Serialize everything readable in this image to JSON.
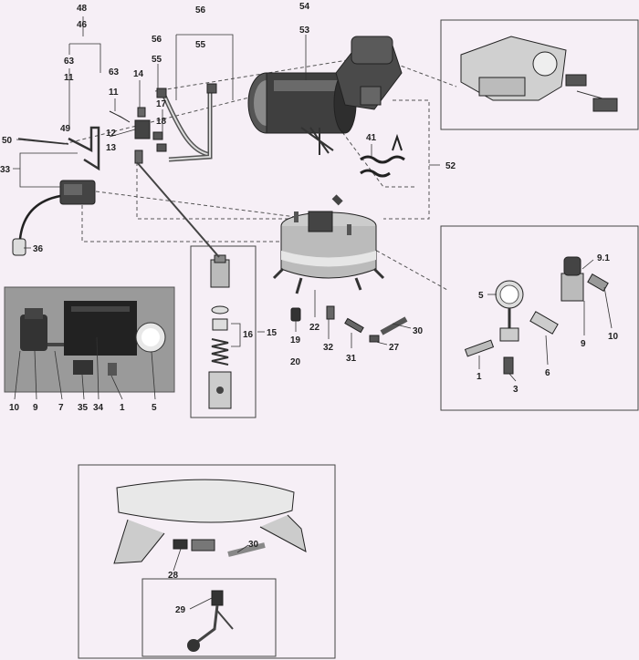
{
  "labels": {
    "l48": "48",
    "l46": "46",
    "l56a": "56",
    "l54": "54",
    "l53": "53",
    "l56b": "56",
    "l55a": "55",
    "l55b": "55",
    "l63a": "63",
    "l11a": "11",
    "l63b": "63",
    "l11b": "11",
    "l14": "14",
    "l49": "49",
    "l12": "12",
    "l13": "13",
    "l17": "17",
    "l18": "18",
    "l50": "50",
    "l33": "33",
    "l41": "41",
    "l52": "52",
    "l36": "36",
    "l15": "15",
    "l16": "16",
    "l19": "19",
    "l20": "20",
    "l22": "22",
    "l32": "32",
    "l31": "31",
    "l27": "27",
    "l30a": "30",
    "l5a": "5",
    "l9_1": "9.1",
    "l9a": "9",
    "l10a": "10",
    "l1a": "1",
    "l3": "3",
    "l6": "6",
    "l10b": "10",
    "l9b": "9",
    "l7": "7",
    "l35": "35",
    "l34": "34",
    "l1b": "1",
    "l5b": "5",
    "l30b": "30",
    "l28": "28",
    "l29": "29"
  }
}
